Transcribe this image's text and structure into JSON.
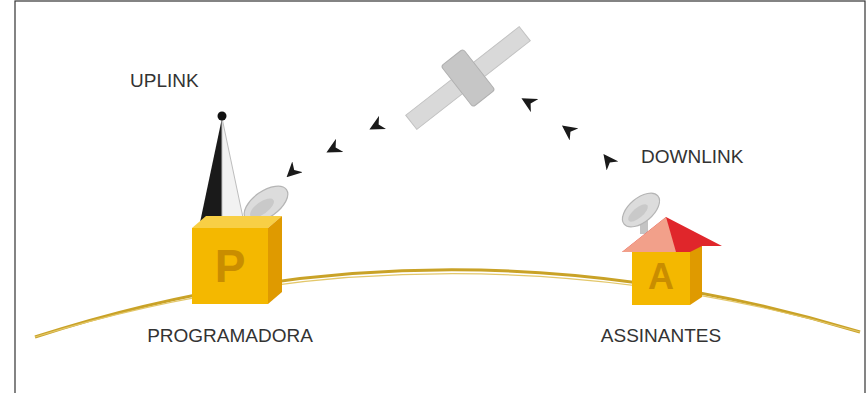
{
  "diagram": {
    "nodes": [
      {
        "text": [
          "P",
          "PROGRAMADORA"
        ]
      },
      {
        "text": [
          "A",
          "ASSINANTES"
        ]
      }
    ],
    "edges": [
      {
        "from": 1,
        "to": 0,
        "arrow": "to"
      }
    ],
    "labels": [
      "UPLINK",
      "DOWNLINK"
    ]
  }
}
